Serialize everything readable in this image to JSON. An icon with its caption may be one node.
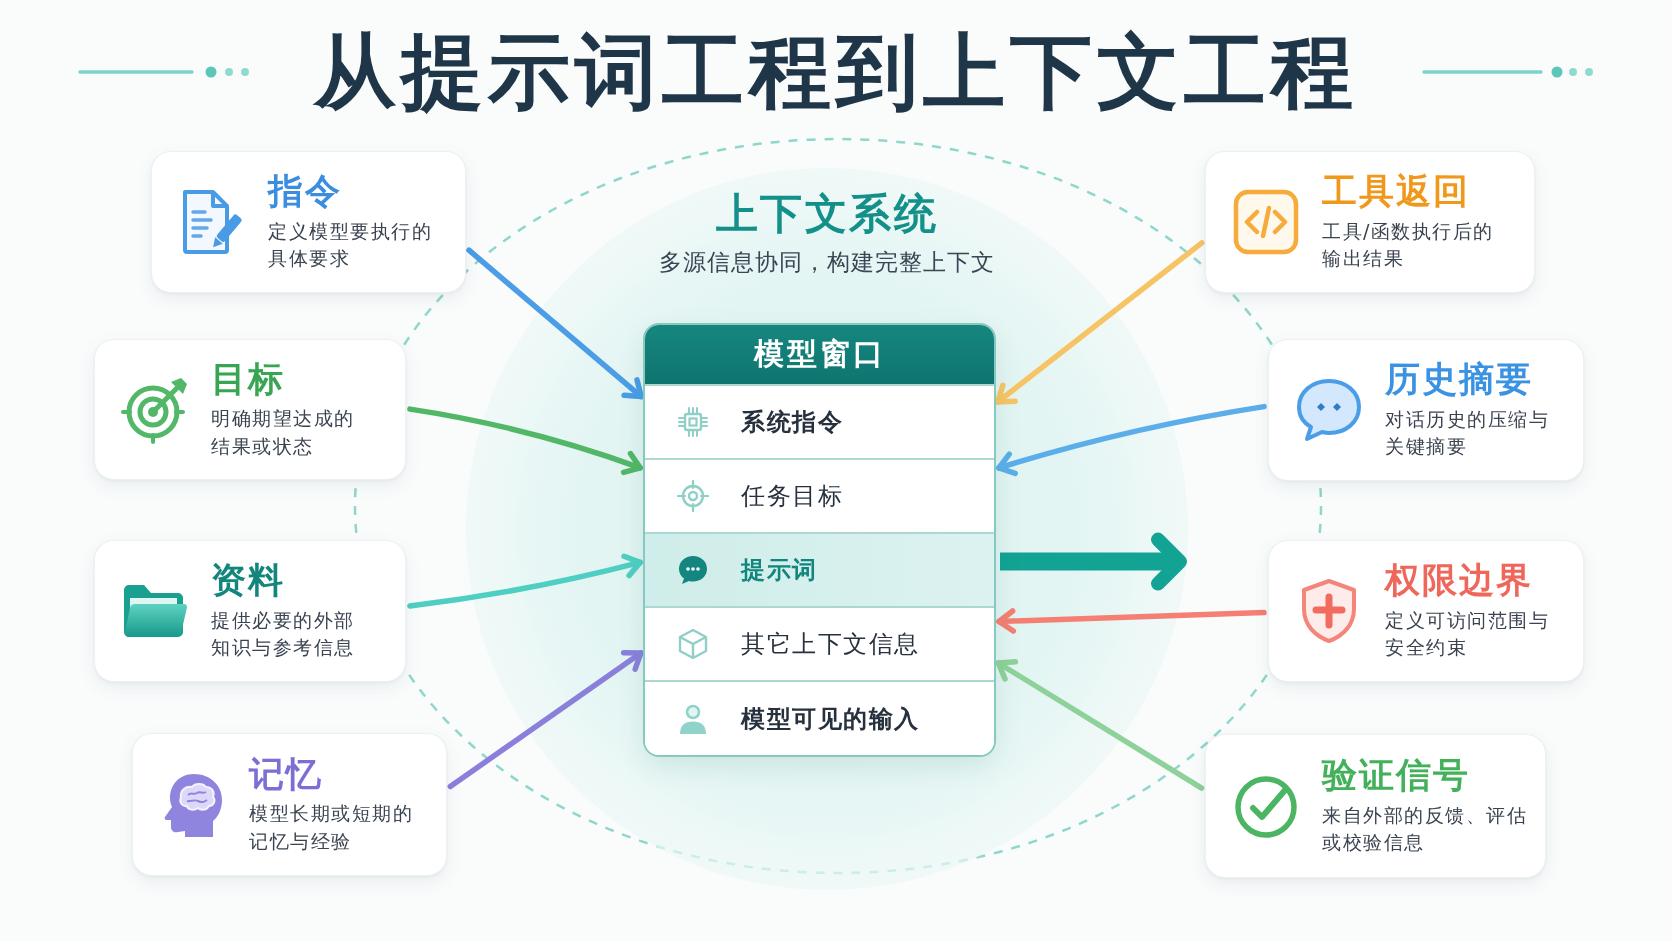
{
  "diagram": {
    "title": "从提示词工程到上下文工程",
    "nodes": [
      {
        "text": [
          "指令",
          "定义模型要执行的具体要求"
        ]
      },
      {
        "text": [
          "目标",
          "明确期望达成的结果或状态"
        ]
      },
      {
        "text": [
          "资料",
          "提供必要的外部知识与参考信息"
        ]
      },
      {
        "text": [
          "记忆",
          "模型长期或短期的记忆与经验"
        ]
      },
      {
        "text": [
          "上下文系统",
          "多源信息协同，构建完整上下文"
        ]
      },
      {
        "text": [
          "模型窗口"
        ],
        "in": 4
      },
      {
        "text": [
          "系统指令"
        ],
        "in": 5
      },
      {
        "text": [
          "任务目标"
        ],
        "in": 5
      },
      {
        "text": [
          "提示词"
        ],
        "in": 5
      },
      {
        "text": [
          "其它上下文信息"
        ],
        "in": 5
      },
      {
        "text": [
          "模型可见的输入"
        ],
        "in": 5
      },
      {
        "text": [
          "工具返回",
          "工具/函数执行后的输出结果"
        ]
      },
      {
        "text": [
          "历史摘要",
          "对话历史的压缩与关键摘要"
        ]
      },
      {
        "text": [
          "权限边界",
          "定义可访问范围与安全约束"
        ]
      },
      {
        "text": [
          "验证信号",
          "来自外部的反馈、评估或校验信息"
        ]
      }
    ],
    "edges": [
      {
        "from": 0,
        "to": 5,
        "arrow": "to",
        "color": "#4a9de6"
      },
      {
        "from": 1,
        "to": 5,
        "arrow": "to",
        "color": "#52b868"
      },
      {
        "from": 2,
        "to": 5,
        "arrow": "to",
        "color": "#4fcfc2"
      },
      {
        "from": 3,
        "to": 5,
        "arrow": "to",
        "color": "#8a80dc"
      },
      {
        "from": 11,
        "to": 5,
        "arrow": "to",
        "color": "#f7c465"
      },
      {
        "from": 12,
        "to": 5,
        "arrow": "to",
        "color": "#5caeea"
      },
      {
        "from": 13,
        "to": 5,
        "arrow": "to",
        "color": "#f47f72"
      },
      {
        "from": 14,
        "to": 5,
        "arrow": "to",
        "color": "#8fd19a"
      },
      {
        "from": 8,
        "to": null,
        "arrow": "to",
        "style": "thick",
        "color": "#12a394"
      }
    ]
  }
}
